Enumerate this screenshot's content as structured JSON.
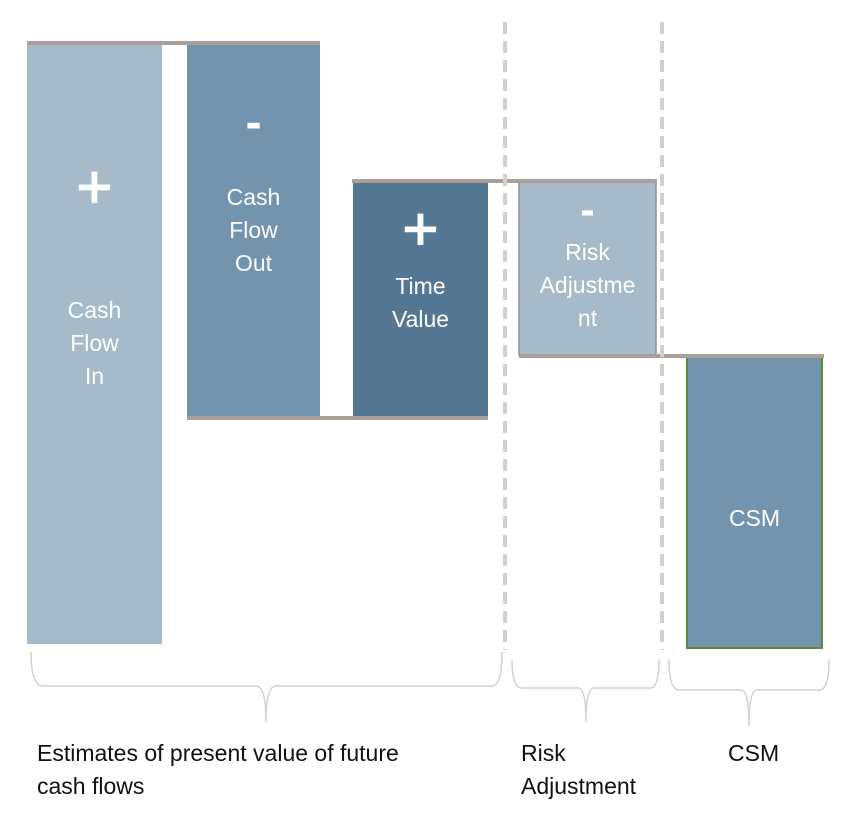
{
  "diagram": {
    "bars": [
      {
        "id": "cash-flow-in",
        "sign": "+",
        "label": "Cash\nFlow\nIn",
        "color": "#a7bac9"
      },
      {
        "id": "cash-flow-out",
        "sign": "-",
        "label": "Cash\nFlow\nOut",
        "color": "#7394ae"
      },
      {
        "id": "time-value",
        "sign": "+",
        "label": "Time\nValue",
        "color": "#547893"
      },
      {
        "id": "risk-adjustment",
        "sign": "-",
        "label": "Risk\nAdjustme\nnt",
        "color": "#a7bac9"
      },
      {
        "id": "csm",
        "sign": "",
        "label": "CSM",
        "color": "#7394ae"
      }
    ],
    "groups": [
      {
        "id": "estimates",
        "label": "Estimates of present value of future\ncash flows"
      },
      {
        "id": "risk-adjustment",
        "label": "Risk\nAdjustment"
      },
      {
        "id": "csm",
        "label": "CSM"
      }
    ],
    "colors": {
      "level_line": "#aa9f9b",
      "divider": "#d8cec9",
      "brace": "#d0d0d0",
      "csm_border": "#5b8a3a",
      "text": "#111111"
    }
  }
}
